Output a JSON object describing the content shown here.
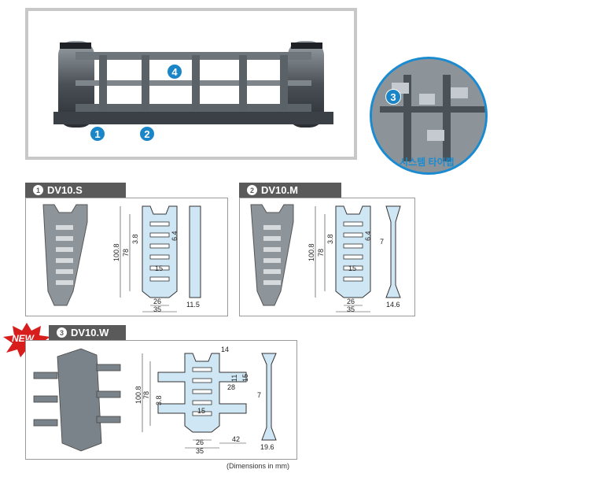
{
  "hero": {
    "callouts": [
      "1",
      "2",
      "4"
    ]
  },
  "zoom": {
    "callout": "3",
    "label": "시스템 타이랩"
  },
  "panels": [
    {
      "num": "1",
      "title": "DV10.S",
      "dims": {
        "h1": "100.8",
        "h2": "78",
        "h3": "3.8",
        "w1": "6.4",
        "c": "15",
        "b1": "26",
        "b2": "35",
        "side": "11.5"
      }
    },
    {
      "num": "2",
      "title": "DV10.M",
      "dims": {
        "h1": "100.8",
        "h2": "78",
        "h3": "3.8",
        "w1": "6.4",
        "c": "15",
        "b1": "26",
        "b2": "35",
        "side": "14.6",
        "s7": "7"
      }
    },
    {
      "num": "3",
      "title": "DV10.W",
      "dims": {
        "h1": "100.8",
        "h2": "78",
        "h3": "3.8",
        "top": "14",
        "t11": "11",
        "t15": "15",
        "m28": "28",
        "c": "15",
        "b1": "26",
        "b2": "35",
        "w42": "42",
        "side": "19.6",
        "s7": "7"
      }
    }
  ],
  "new_badge": "NEW",
  "footnote": "(Dimensions in mm)"
}
